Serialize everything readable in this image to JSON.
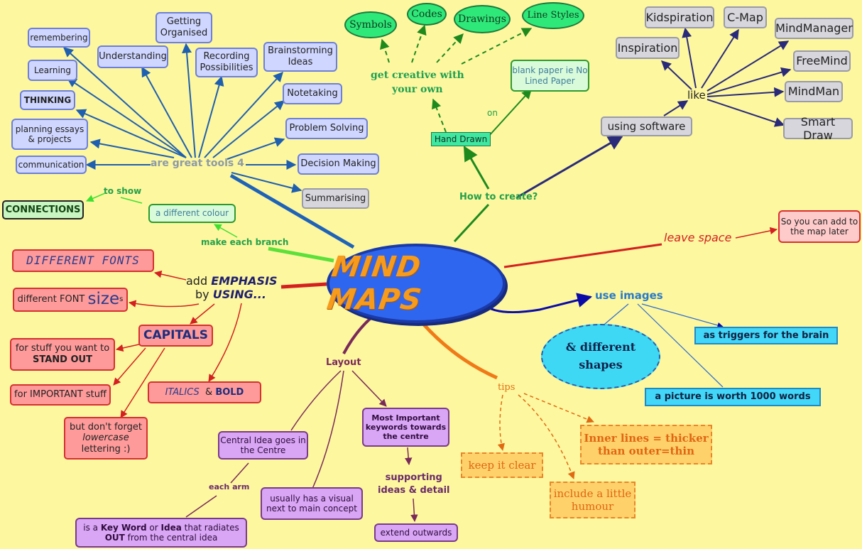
{
  "central_topic": "MIND MAPS",
  "tools_branch": {
    "label": "are great tools 4",
    "items": [
      "remembering",
      "Learning",
      "THINKING",
      "planning essays & projects",
      "communication",
      "Understanding",
      "Getting Organised",
      "Recording Possibilities",
      "Brainstorming Ideas",
      "Notetaking",
      "Problem Solving",
      "Decision Making",
      "Summarising"
    ]
  },
  "colour_branch": {
    "label": "make each branch",
    "box": "a different colour",
    "to_show": "to show",
    "connections": "CONNECTIONS"
  },
  "emphasis_branch": {
    "line1_plain": "add ",
    "line1_em": "EMPHASIS",
    "line2_plain": "by ",
    "line2_em": "USING...",
    "fonts": "DIFFERENT FONTS",
    "size_pre": "different FONT ",
    "size_big": "size",
    "size_post": "s",
    "capitals": "CAPITALS",
    "standout_line1": "for stuff you want to",
    "standout_line2": "STAND OUT",
    "important": "for IMPORTANT stuff",
    "lowercase_line1": "but don't forget",
    "lowercase_line2": "lowercase",
    "lowercase_line3": "lettering :)",
    "italics": "ITALICS",
    "amp": "&",
    "bold": "BOLD"
  },
  "create_branch": {
    "label": "How to create?",
    "hand_drawn": "Hand Drawn",
    "on": "on",
    "blank_paper": "blank paper ie No Lined Paper",
    "creative_line1": "get creative with",
    "creative_line2": "your own",
    "creative_items": [
      "Symbols",
      "Codes",
      "Drawings",
      "Line Styles"
    ],
    "software": "using software",
    "like": "like",
    "software_items": [
      "Kidspiration",
      "C-Map",
      "Inspiration",
      "MindManager",
      "FreeMind",
      "MindMan",
      "Smart Draw"
    ]
  },
  "space_branch": {
    "label": "leave space",
    "box": "So you can add to the map later"
  },
  "images_branch": {
    "label": "use images",
    "triggers": "as triggers for the brain",
    "picture": "a picture is worth 1000 words",
    "shapes_line1": "& different",
    "shapes_line2": "shapes"
  },
  "tips_branch": {
    "label": "tips",
    "items": [
      "keep it clear",
      "Inner lines = thicker than outer=thin",
      "include a little humour"
    ]
  },
  "layout_branch": {
    "label": "Layout",
    "central_idea": "Central Idea goes in the Centre",
    "visual": "usually has a visual next to main concept",
    "keywords": "Most Important keywords towards the centre",
    "supporting_line1": "supporting",
    "supporting_line2": "ideas & detail",
    "extend": "extend outwards",
    "each_arm": "each arm",
    "keyword_pre": "is a ",
    "keyword_kw": "Key Word",
    "keyword_or": " or ",
    "keyword_idea": "Idea",
    "keyword_mid": " that radiates",
    "keyword_out": "OUT",
    "keyword_post": " from the central idea"
  },
  "colors": {
    "background": "#fdf79f",
    "central_fill": "#2f66ef",
    "central_text": "#f79b1d",
    "tools_branch": "#1e63b8",
    "colour_branch": "#5ce03a",
    "emphasis_branch": "#d42020",
    "create_branch": "#1e8a1e",
    "software_branch": "#2a2a7a",
    "space_branch": "#d42020",
    "images_branch": "#0a0aa8",
    "tips_branch": "#f07a18",
    "layout_branch": "#7a2a5a"
  }
}
